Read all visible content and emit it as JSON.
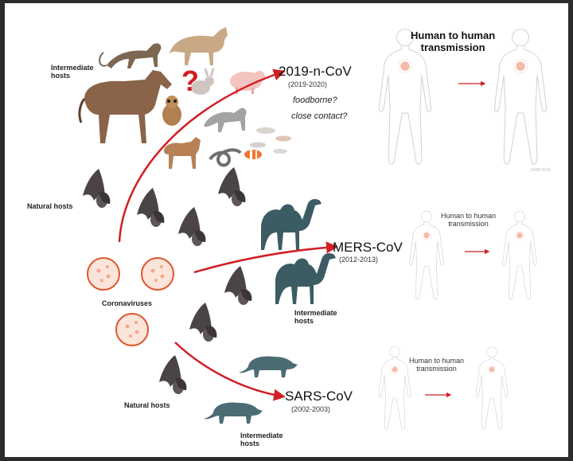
{
  "labels": {
    "intermediate_hosts_top": "Intermediate\nhosts",
    "natural_hosts_top": "Natural hosts",
    "coronaviruses": "Coronaviruses",
    "intermediate_hosts_mid": "Intermediate\nhosts",
    "natural_hosts_bottom": "Natural hosts",
    "intermediate_hosts_bottom": "Intermediate\nhosts",
    "question_mark": "?"
  },
  "viruses": [
    {
      "name": "2019-n-CoV",
      "years": "(2019-2020)",
      "routes": [
        "foodborne?",
        "close contact?"
      ]
    },
    {
      "name": "MERS-CoV",
      "years": "(2012-2013)"
    },
    {
      "name": "SARS-CoV",
      "years": "(2002-2003)"
    }
  ],
  "transmission": [
    {
      "label": "Human to human\ntransmission"
    },
    {
      "label": "Human to human\ntransmission"
    },
    {
      "label": "Human to human\ntransmission"
    }
  ],
  "watermark": "JoRM 2020",
  "colors": {
    "arrow": "#d11f24",
    "virus": "#e0552c",
    "camel": "#3c5c63",
    "civet": "#4c6c74",
    "bat": "#4a4447",
    "horse": "#8a6448",
    "body_outline": "#cfcfcf"
  }
}
